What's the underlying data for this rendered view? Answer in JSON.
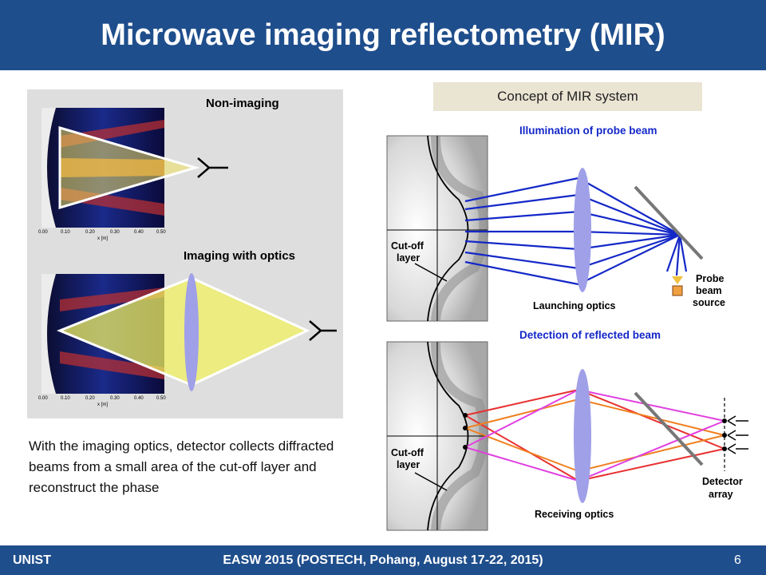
{
  "slide": {
    "title": "Microwave imaging reflectometry (MIR)",
    "body_text": "With the imaging optics, detector collects diffracted beams from a small area of the cut-off layer and reconstruct the phase"
  },
  "footer": {
    "left": "UNIST",
    "center": "EASW 2015 (POSTECH, Pohang, August 17-22, 2015)",
    "page": "6"
  },
  "left_figure": {
    "top_label": "Non-imaging",
    "bottom_label": "Imaging with optics",
    "axis_ticks": [
      "0.00",
      "0.10",
      "0.20",
      "0.30",
      "0.40",
      "0.50"
    ],
    "axis_unit": "x [m]"
  },
  "right_figure": {
    "concept_label": "Concept of MIR system",
    "illumination_title": "Illumination of probe beam",
    "detection_title": "Detection of reflected beam",
    "cutoff_label_line1": "Cut-off",
    "cutoff_label_line2": "layer",
    "launching_optics": "Launching optics",
    "probe_line1": "Probe",
    "probe_line2": "beam",
    "probe_line3": "source",
    "receiving_optics": "Receiving optics",
    "detector_line1": "Detector",
    "detector_line2": "array"
  }
}
